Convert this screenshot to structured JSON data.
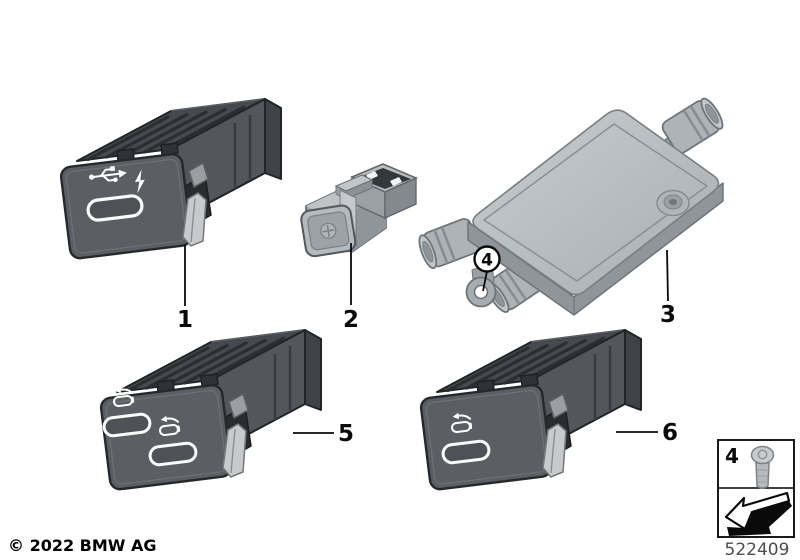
{
  "diagram": {
    "copyright": "© 2022 BMW AG",
    "number": "522409",
    "callouts": {
      "c1": "1",
      "c2": "2",
      "c3": "3",
      "c4": "4",
      "c5": "5",
      "c6": "6"
    },
    "legend": {
      "ref": "4",
      "icons": [
        "screw-icon",
        "direction-arrow-icon"
      ]
    },
    "parts": [
      {
        "callout": "1",
        "icons": [
          "usb-trident-icon",
          "lightning-bolt-icon",
          "usb-c-port"
        ]
      },
      {
        "callout": "2",
        "icons": [
          "usb-a-port"
        ]
      },
      {
        "callout": "3",
        "icons": [
          "barrel-connector",
          "mounting-eyelet"
        ]
      },
      {
        "callout": "4",
        "icons": [
          "screw-icon"
        ]
      },
      {
        "callout": "5",
        "icons": [
          "battery-charging-icon",
          "usb-c-port",
          "battery-charging-icon",
          "usb-c-port"
        ]
      },
      {
        "callout": "6",
        "icons": [
          "battery-charging-icon",
          "usb-c-port"
        ]
      }
    ],
    "colors": {
      "background": "#ffffff",
      "dark_housing": "#4b4f53",
      "light_housing": "#b4b9bd",
      "latch": "#c7c9ca",
      "line": "#0a0a0a",
      "number_text": "#4d4d4d"
    }
  }
}
